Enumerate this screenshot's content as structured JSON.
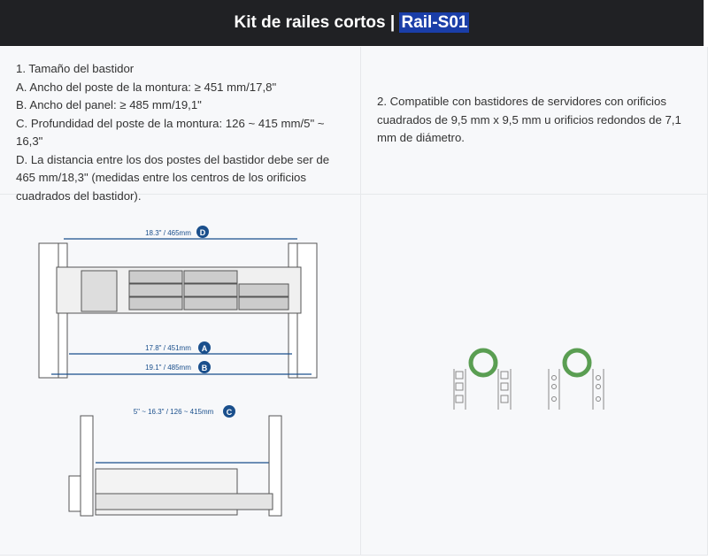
{
  "header": {
    "title_prefix": "Kit de railes cortos | ",
    "title_model": "Rail-S01"
  },
  "spec1": {
    "lines": [
      "1. Tamaño del bastidor",
      "A. Ancho del poste de la montura: ≥ 451 mm/17,8\"",
      "B. Ancho del panel: ≥ 485 mm/19,1\"",
      "C. Profundidad del poste de la montura: 126 ~ 415 mm/5\" ~ 16,3\"",
      "D. La distancia entre los dos postes del bastidor debe ser de 465 mm/18,3\" (medidas entre los centros de los orificios cuadrados del bastidor)."
    ]
  },
  "spec2": {
    "text": "2. Compatible con bastidores de servidores con orificios cuadrados de 9,5 mm x 9,5 mm u orificios redondos de 7,1 mm de diámetro."
  },
  "diagram_front": {
    "d_label": "18.3\" / 465mm",
    "d_badge": "D",
    "a_label": "17.8\" / 451mm",
    "a_badge": "A",
    "b_label": "19.1\" / 485mm",
    "b_badge": "B"
  },
  "diagram_side": {
    "c_label": "5\" ~ 16.3\" / 126 ~ 415mm",
    "c_badge": "C"
  },
  "colors": {
    "accent": "#1a4f8c",
    "header_bg": "#202124",
    "ring": "#5a9e52"
  }
}
